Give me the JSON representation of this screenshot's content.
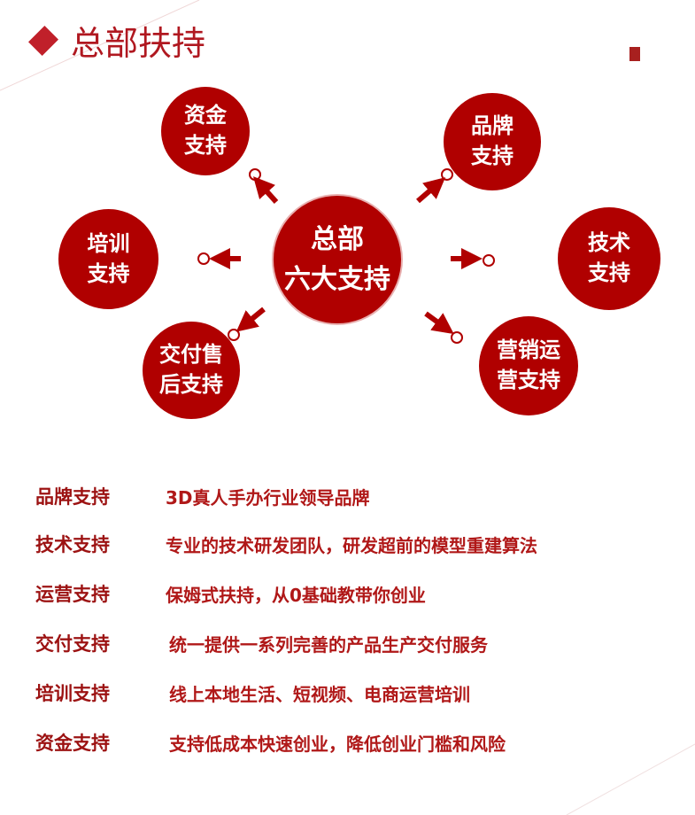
{
  "title": "总部扶持",
  "center": {
    "line1": "总部",
    "line2": "六大支持"
  },
  "nodes": [
    {
      "line1": "资金",
      "line2": "支持"
    },
    {
      "line1": "品牌",
      "line2": "支持"
    },
    {
      "line1": "培训",
      "line2": "支持"
    },
    {
      "line1": "技术",
      "line2": "支持"
    },
    {
      "line1": "交付售",
      "line2": "后支持"
    },
    {
      "line1": "营销运",
      "line2": "营支持"
    }
  ],
  "list": [
    {
      "label": "品牌支持",
      "value": "3D真人手办行业领导品牌"
    },
    {
      "label": "技术支持",
      "value": "专业的技术研发团队，研发超前的模型重建算法"
    },
    {
      "label": "运营支持",
      "value": "保姆式扶持，从0基础教带你创业"
    },
    {
      "label": "交付支持",
      "value": "统一提供一系列完善的产品生产交付服务"
    },
    {
      "label": "培训支持",
      "value": "线上本地生活、短视频、电商运营培训"
    },
    {
      "label": "资金支持",
      "value": "支持低成本快速创业，降低创业门槛和风险"
    }
  ],
  "colors": {
    "accent": "#b00000",
    "text": "#9c1212"
  }
}
